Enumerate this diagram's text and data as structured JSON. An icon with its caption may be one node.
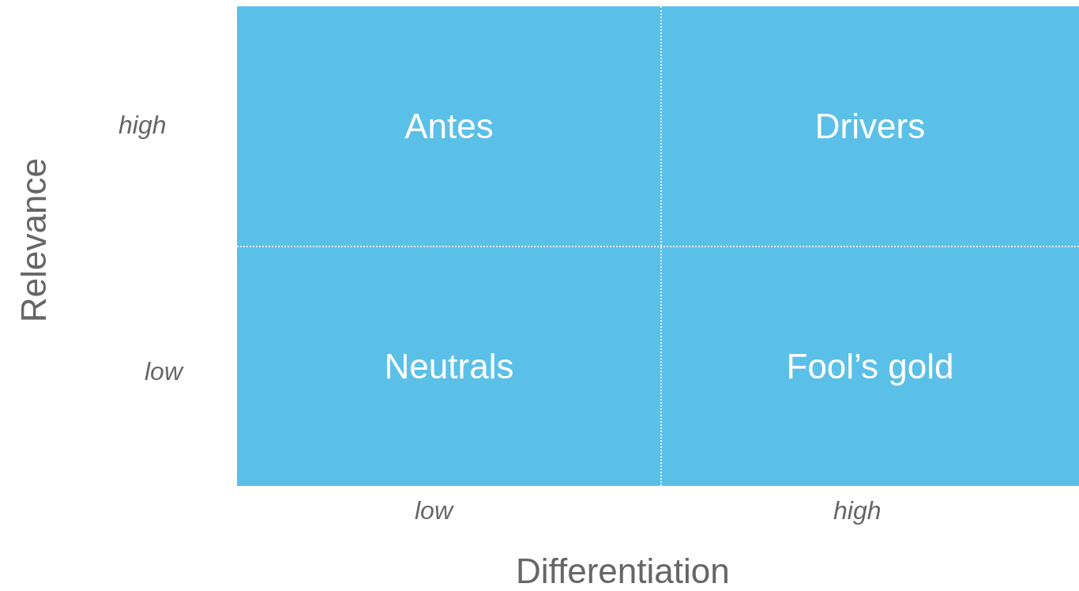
{
  "diagram": {
    "nodes": [
      {
        "text": [
          "Antes"
        ]
      },
      {
        "text": [
          "Drivers"
        ]
      },
      {
        "text": [
          "Neutrals"
        ]
      },
      {
        "text": [
          "Fool’s gold"
        ]
      }
    ],
    "labels": [
      "high",
      "Relevance",
      "low",
      "low",
      "high",
      "Differentiation"
    ]
  }
}
